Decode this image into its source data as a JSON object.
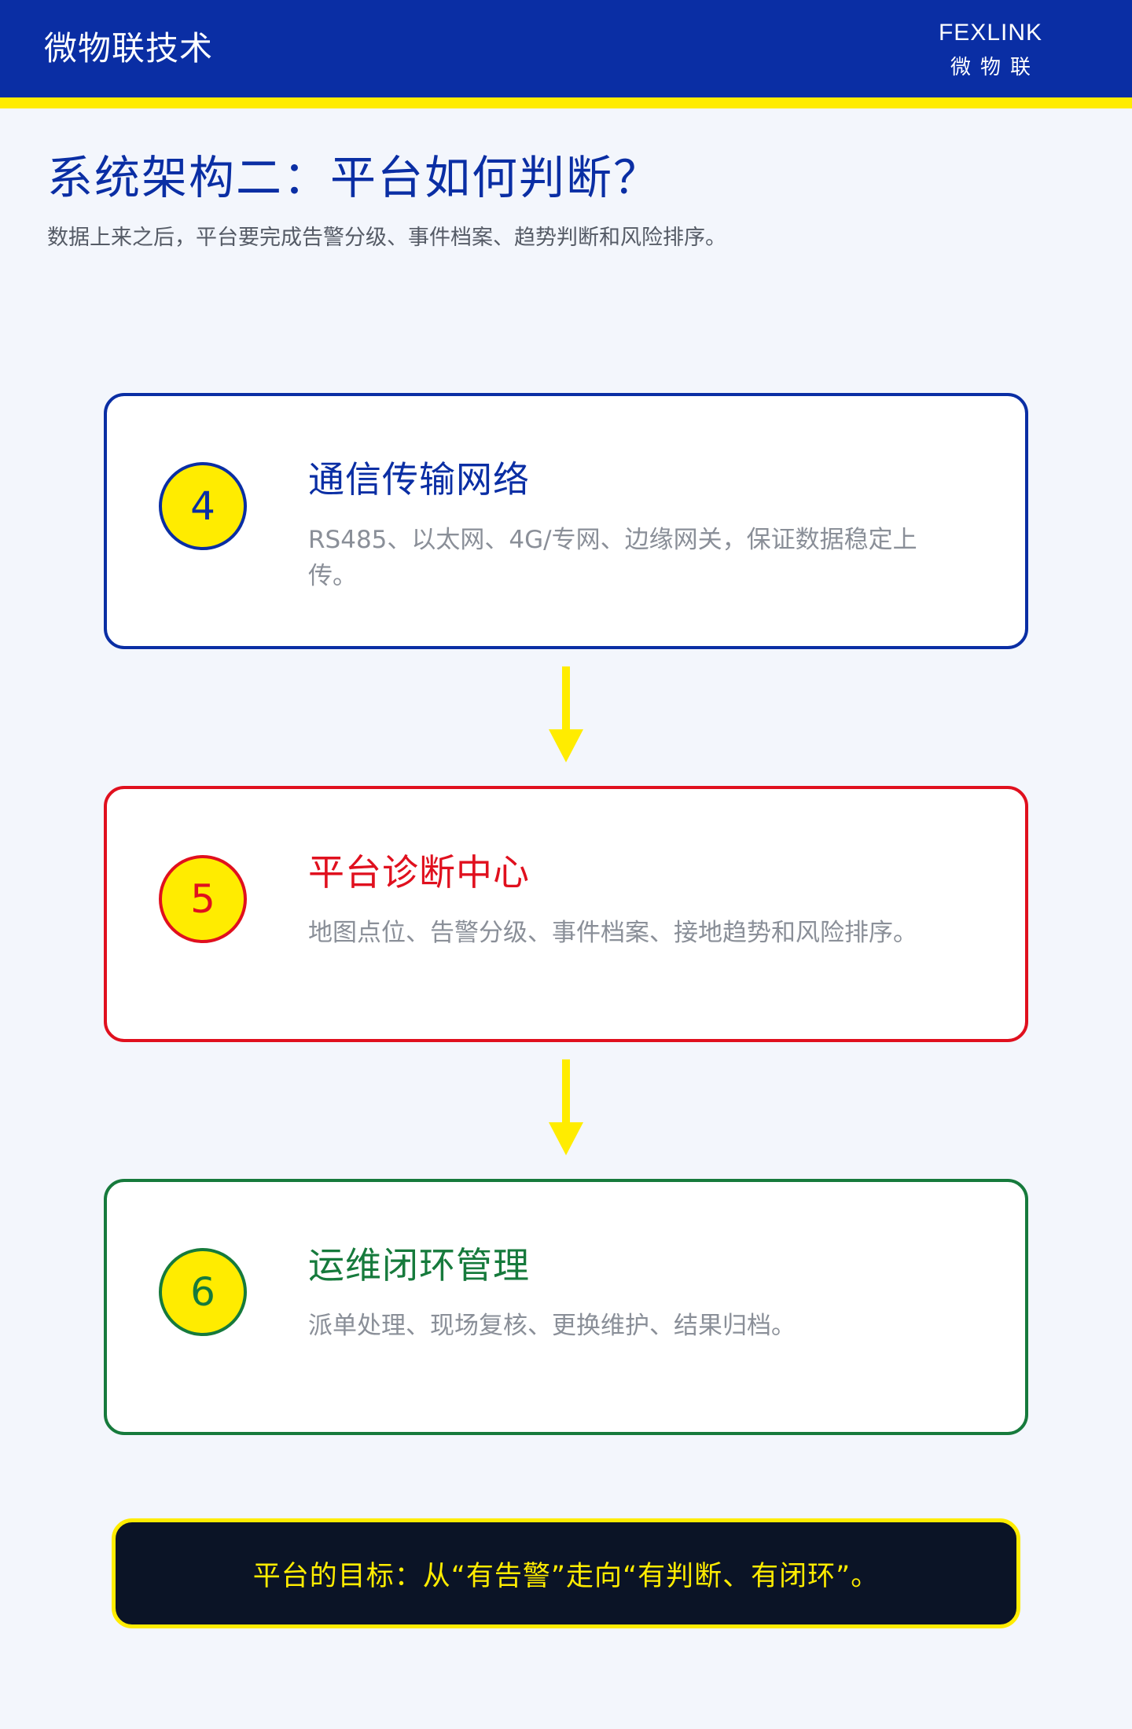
{
  "header": {
    "title": "微物联技术",
    "logo_word": "FEXLINK",
    "logo_sub": "微物联",
    "colors": {
      "bar": "#0a2ea4",
      "stripe": "#ffec00"
    }
  },
  "page": {
    "title": "系统架构二：平台如何判断？",
    "subtitle": "数据上来之后，平台要完成告警分级、事件档案、趋势判断和风险排序。"
  },
  "steps": [
    {
      "number": "4",
      "title": "通信传输网络",
      "description": "RS485、以太网、4G/专网、边缘网关，保证数据稳定上传。",
      "color": "#0a2ea4"
    },
    {
      "number": "5",
      "title": "平台诊断中心",
      "description": "地图点位、告警分级、事件档案、接地趋势和风险排序。",
      "color": "#e0101e"
    },
    {
      "number": "6",
      "title": "运维闭环管理",
      "description": "派单处理、现场复核、更换维护、结果归档。",
      "color": "#167a3c"
    }
  ],
  "arrow_color": "#ffec00",
  "goal": {
    "text": "平台的目标：从“有告警”走向“有判断、有闭环”。",
    "colors": {
      "background": "#0b1426",
      "text": "#ffec00"
    }
  }
}
